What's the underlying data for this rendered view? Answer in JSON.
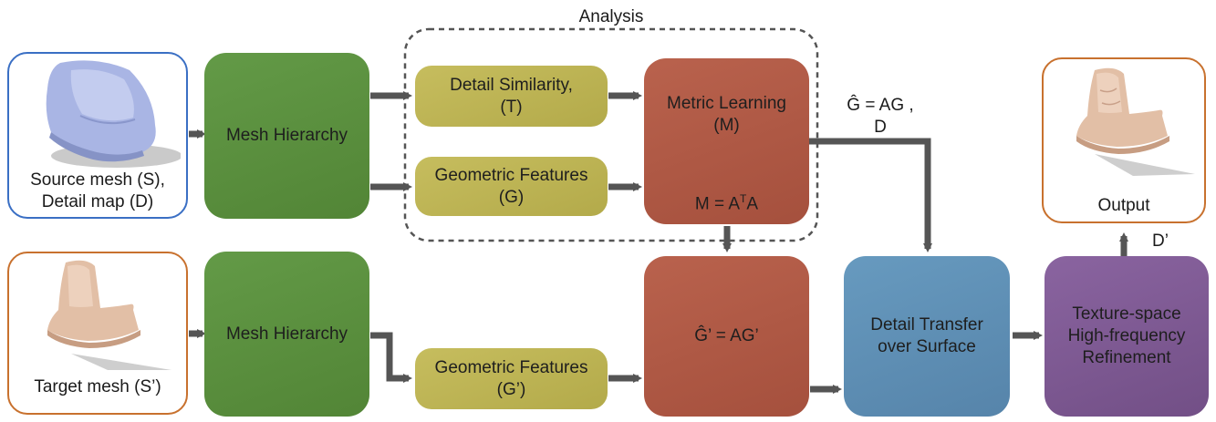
{
  "analysis_label": "Analysis",
  "inputs": {
    "source_caption": "Source mesh (S),\nDetail map (D)",
    "target_caption": "Target mesh (S’)",
    "output_caption": "Output"
  },
  "nodes": {
    "mesh_hierarchy_top": "Mesh Hierarchy",
    "mesh_hierarchy_bottom": "Mesh Hierarchy",
    "detail_similarity": "Detail Similarity,\n(T)",
    "geometric_features": "Geometric Features\n(G)",
    "geometric_features_target": "Geometric Features\n(G’)",
    "metric_learning_title": "Metric Learning\n(M)",
    "metric_learning_formula": "M = A",
    "metric_learning_sup": "T",
    "metric_learning_tail": "A",
    "transformed_target": "Ĝ’ = AG’",
    "detail_transfer": "Detail Transfer\nover Surface",
    "refinement": "Texture-space\nHigh-frequency\nRefinement"
  },
  "edge_labels": {
    "transfer_input": "Ĝ = AG ,\nD",
    "refinement_output": "D’"
  },
  "colors": {
    "source_frame": "#3a6fc4",
    "target_frame": "#c8712e",
    "output_frame": "#c8712e",
    "arrow": "#555555",
    "dashed": "#555555"
  }
}
